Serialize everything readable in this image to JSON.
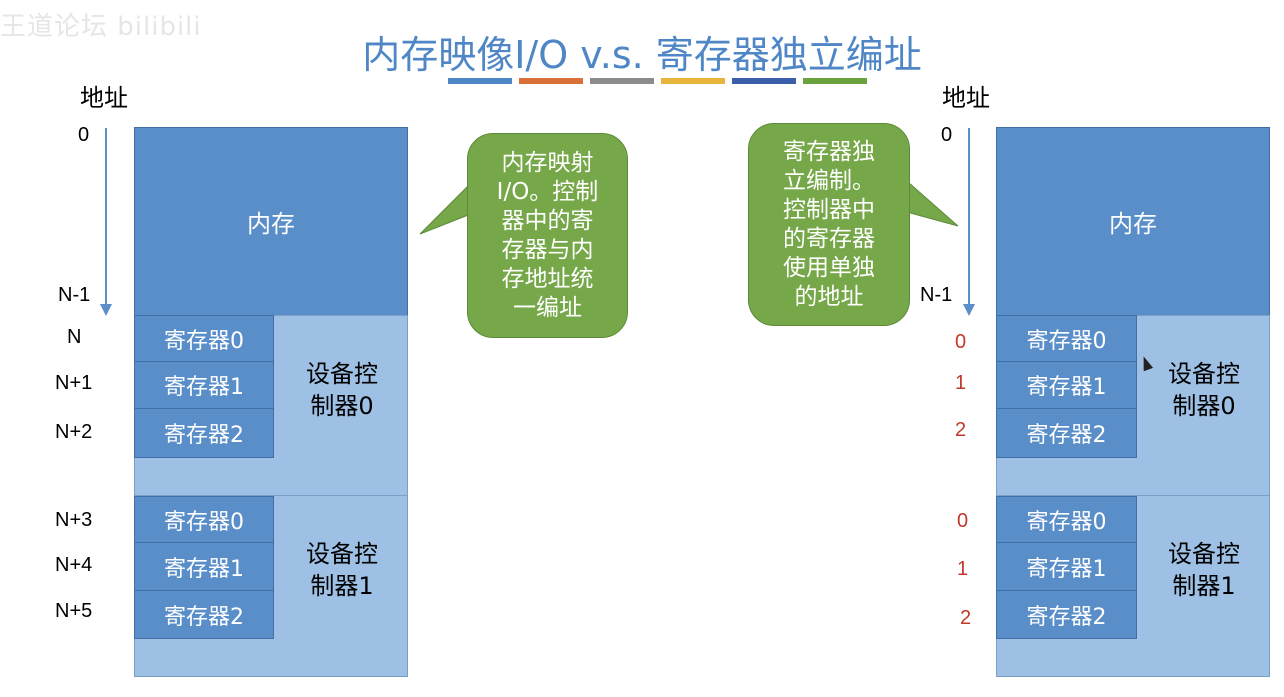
{
  "watermark": "王道论坛 bilibili",
  "title": "内存映像I/O  v.s.  寄存器独立编址",
  "decoration_colors": [
    "#4f86c6",
    "#d9703a",
    "#8c8c8c",
    "#e8b43c",
    "#3a5ea8",
    "#6aa33e"
  ],
  "colors": {
    "memory_block": "#5a8ec9",
    "controller_block": "#9dc0e4",
    "bubble": "#76a84a",
    "red_address": "#c0392b"
  },
  "left": {
    "addr_title": "地址",
    "memory_label": "内存",
    "addresses": [
      "0",
      "N-1",
      "N",
      "N+1",
      "N+2",
      "N+3",
      "N+4",
      "N+5"
    ],
    "controllers": [
      {
        "label_line1": "设备控",
        "label_line2": "制器0",
        "registers": [
          "寄存器0",
          "寄存器1",
          "寄存器2"
        ]
      },
      {
        "label_line1": "设备控",
        "label_line2": "制器1",
        "registers": [
          "寄存器0",
          "寄存器1",
          "寄存器2"
        ]
      }
    ],
    "bubble_lines": [
      "内存映射",
      "I/O。控制",
      "器中的寄",
      "存器与内",
      "存地址统",
      "一编址"
    ]
  },
  "right": {
    "addr_title": "地址",
    "memory_label": "内存",
    "addresses_black": [
      "0",
      "N-1"
    ],
    "addresses_red": [
      "0",
      "1",
      "2",
      "0",
      "1",
      "2"
    ],
    "controllers": [
      {
        "label_line1": "设备控",
        "label_line2": "制器0",
        "registers": [
          "寄存器0",
          "寄存器1",
          "寄存器2"
        ]
      },
      {
        "label_line1": "设备控",
        "label_line2": "制器1",
        "registers": [
          "寄存器0",
          "寄存器1",
          "寄存器2"
        ]
      }
    ],
    "bubble_lines": [
      "寄存器独",
      "立编制。",
      "控制器中",
      "的寄存器",
      "使用单独",
      "的地址"
    ]
  }
}
